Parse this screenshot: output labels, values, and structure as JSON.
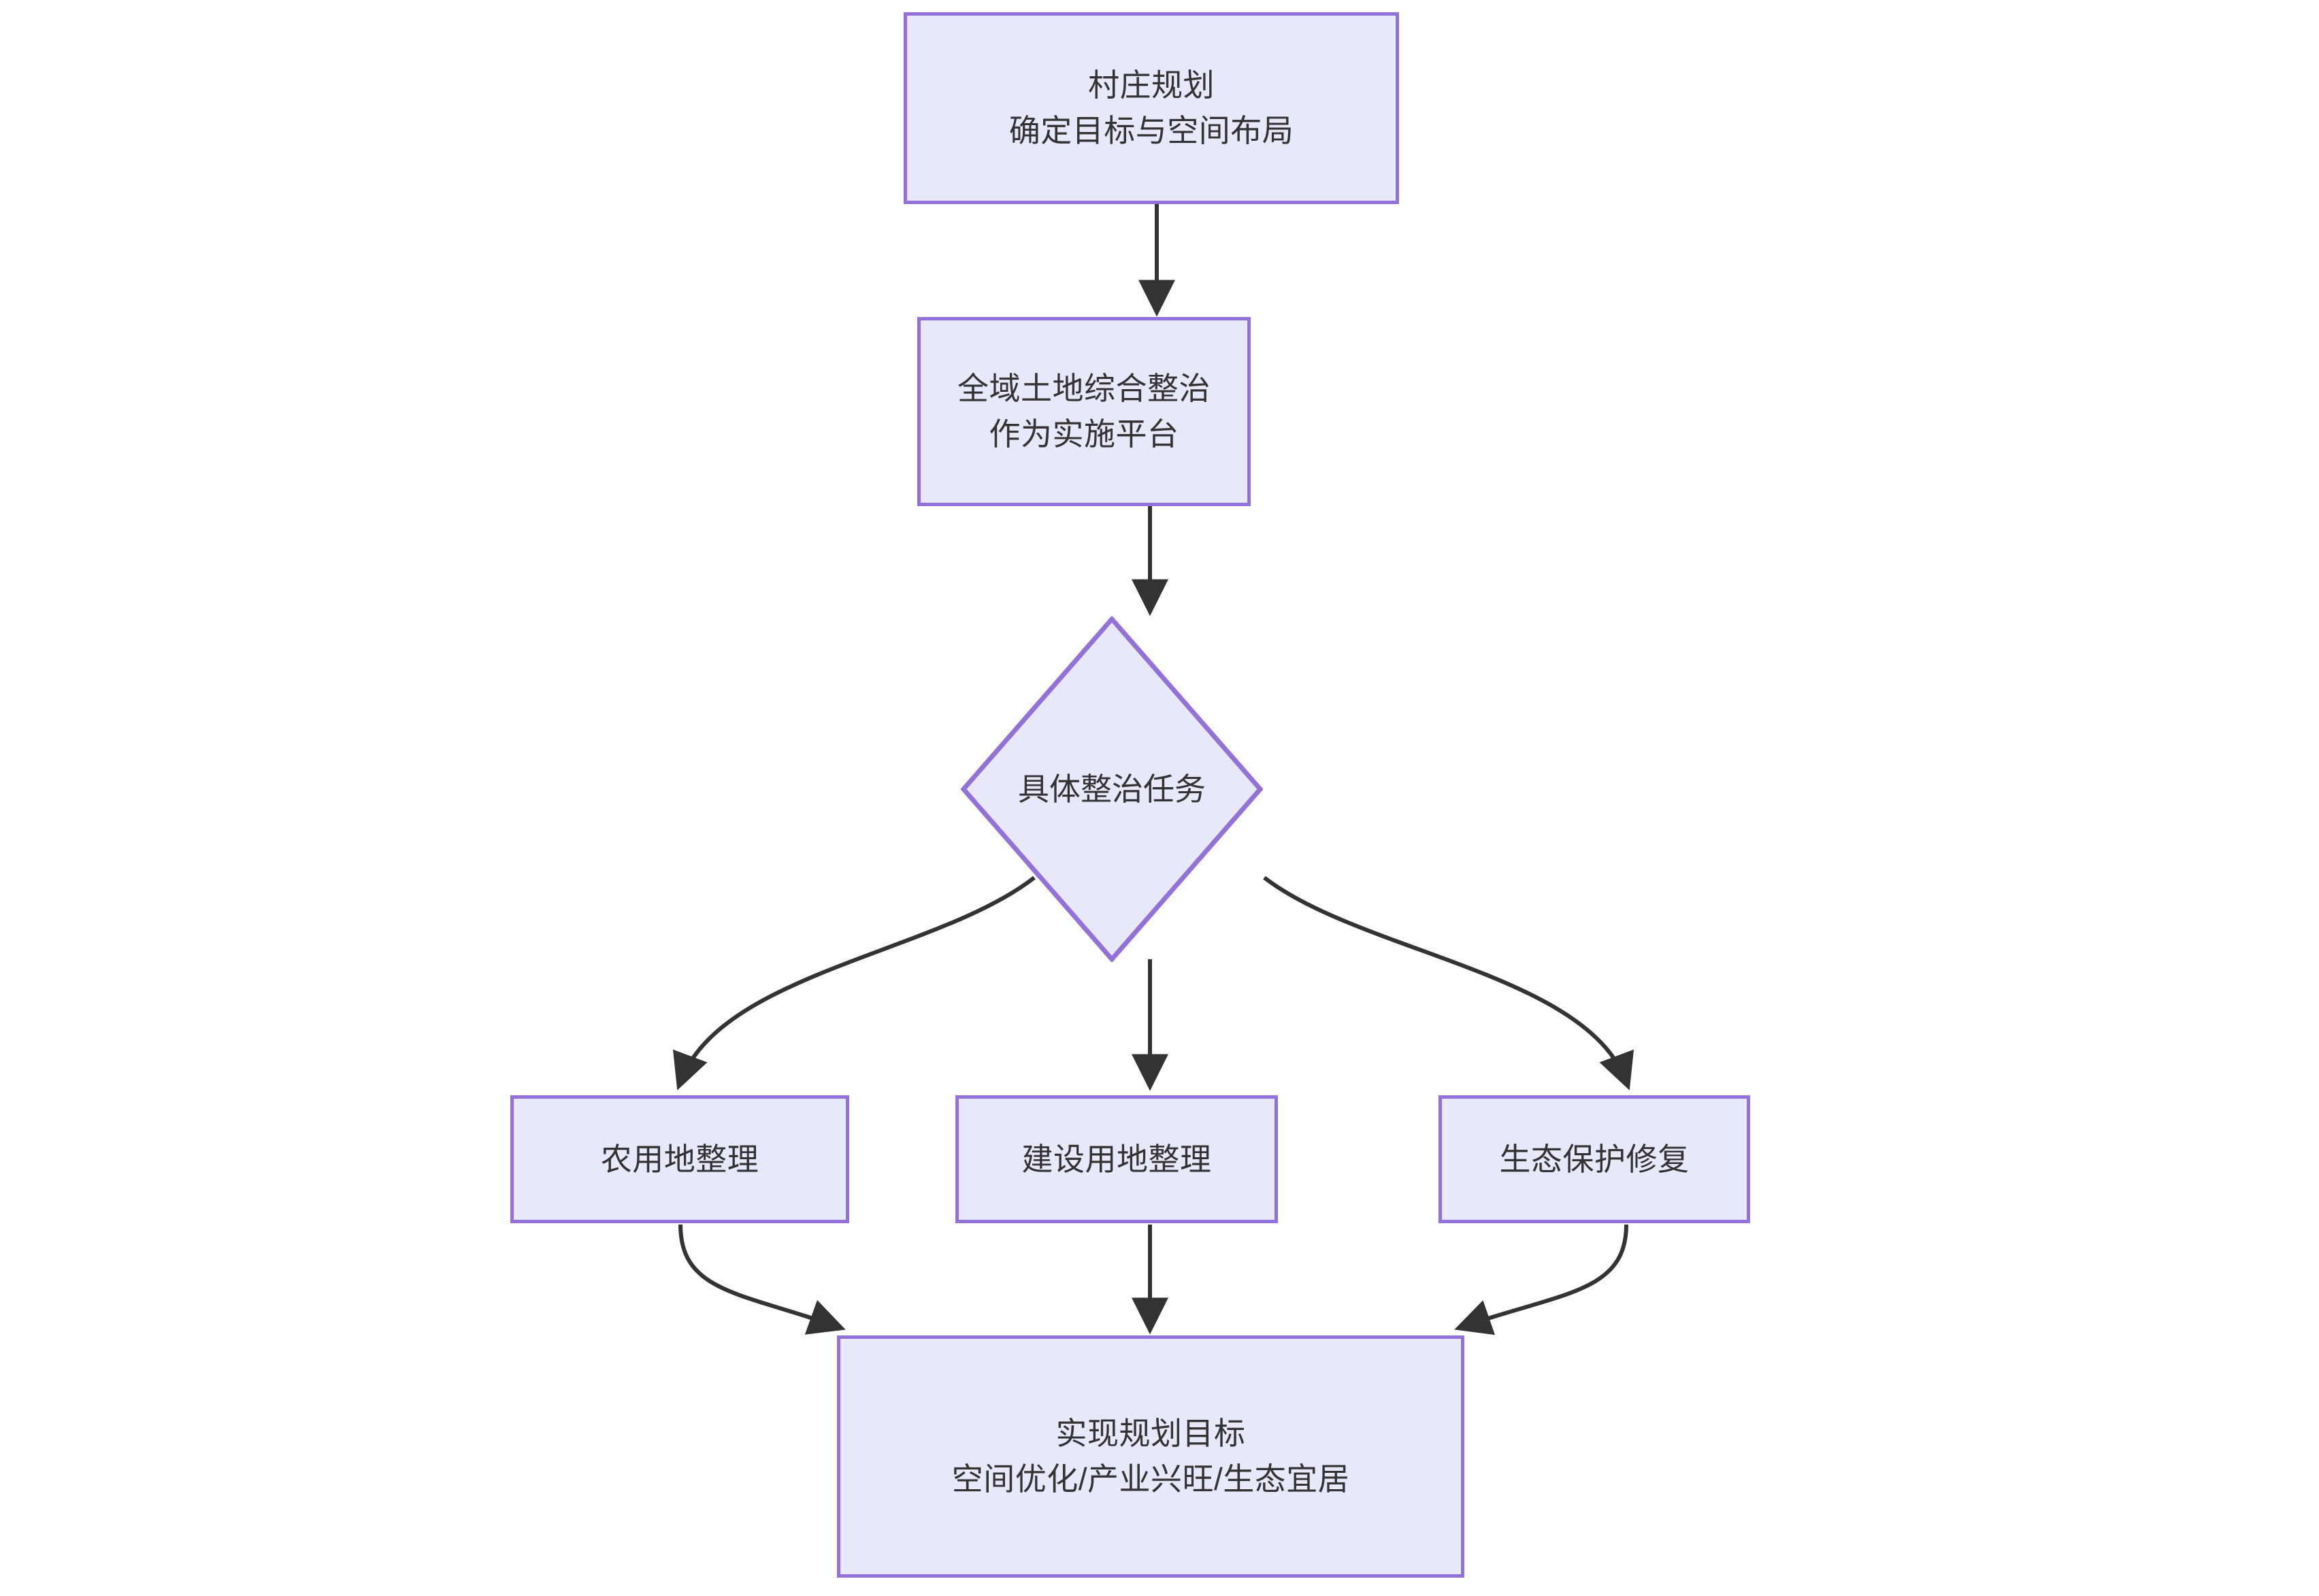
{
  "diagram": {
    "type": "flowchart",
    "direction": "top-down",
    "background": "#ffffff",
    "colors": {
      "node_fill": "#E8E8FB",
      "node_border": "#9370DB",
      "node_text": "#333333",
      "edge_stroke": "#333333"
    },
    "nodes": [
      {
        "id": "n1",
        "shape": "rect",
        "line1": "村庄规划",
        "line2": "确定目标与空间布局",
        "text": "村庄规划\n确定目标与空间布局"
      },
      {
        "id": "n2",
        "shape": "rect",
        "line1": "全域土地综合整治",
        "line2": "作为实施平台",
        "text": "全域土地综合整治\n作为实施平台"
      },
      {
        "id": "n3",
        "shape": "diamond",
        "text": "具体整治任务"
      },
      {
        "id": "n4",
        "shape": "rect",
        "text": "农用地整理"
      },
      {
        "id": "n5",
        "shape": "rect",
        "text": "建设用地整理"
      },
      {
        "id": "n6",
        "shape": "rect",
        "text": "生态保护修复"
      },
      {
        "id": "n7",
        "shape": "rect",
        "line1": "实现规划目标",
        "line2": "空间优化/产业兴旺/生态宜",
        "line3": "居",
        "text": "实现规划目标\n空间优化/产业兴旺/生态宜居"
      }
    ],
    "edges": [
      {
        "from": "n1",
        "to": "n2",
        "label": ""
      },
      {
        "from": "n2",
        "to": "n3",
        "label": ""
      },
      {
        "from": "n3",
        "to": "n4",
        "label": ""
      },
      {
        "from": "n3",
        "to": "n5",
        "label": ""
      },
      {
        "from": "n3",
        "to": "n6",
        "label": ""
      },
      {
        "from": "n4",
        "to": "n7",
        "label": ""
      },
      {
        "from": "n5",
        "to": "n7",
        "label": ""
      },
      {
        "from": "n6",
        "to": "n7",
        "label": ""
      }
    ]
  }
}
